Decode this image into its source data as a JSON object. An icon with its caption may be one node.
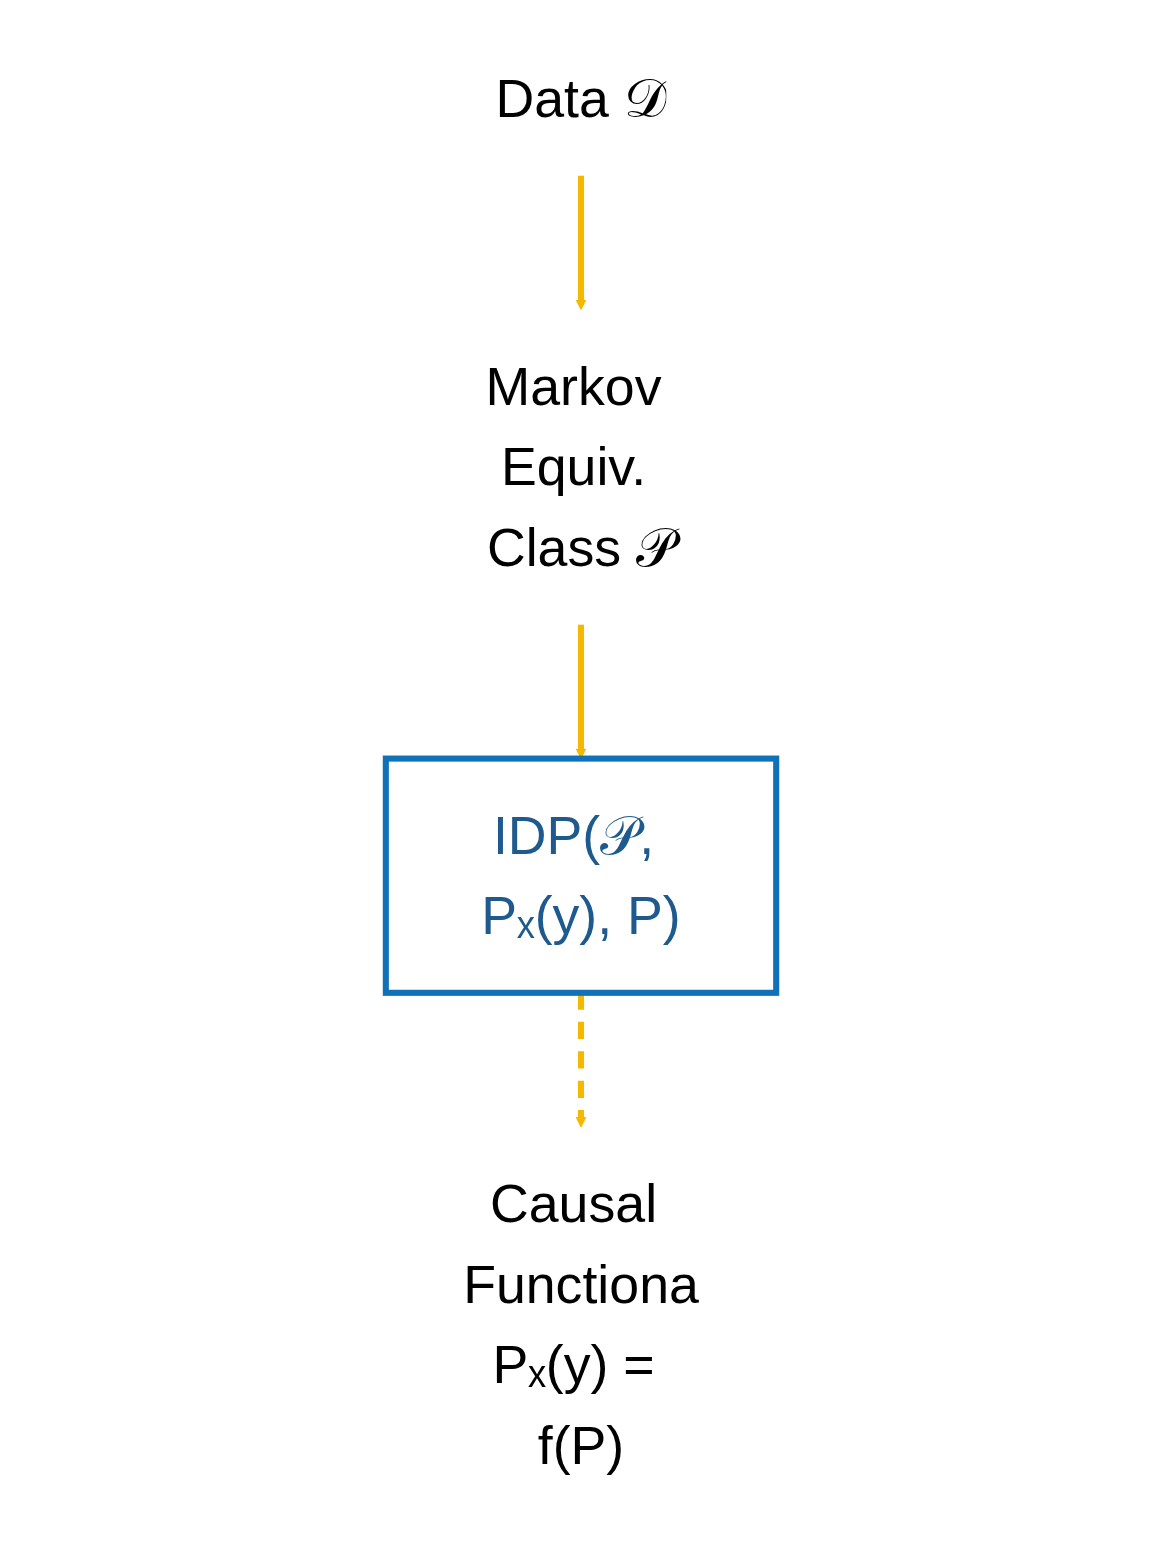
{
  "diagram": {
    "nodes": [
      {
        "text": [
          "Data 𝒟"
        ]
      },
      {
        "text": [
          "Markov Equiv. Class 𝒫"
        ]
      },
      {
        "text": [
          "IDP(𝒫, Pₓ(y), P)"
        ]
      },
      {
        "text": [
          "Causal Functiona",
          "Pₓ(y) = f(P)"
        ]
      }
    ],
    "edges": [
      {
        "from": 0,
        "to": 1,
        "arrow": "to"
      },
      {
        "from": 1,
        "to": 2,
        "arrow": "to"
      },
      {
        "from": 2,
        "to": 3,
        "arrow": "to",
        "style": "dashed"
      }
    ]
  }
}
